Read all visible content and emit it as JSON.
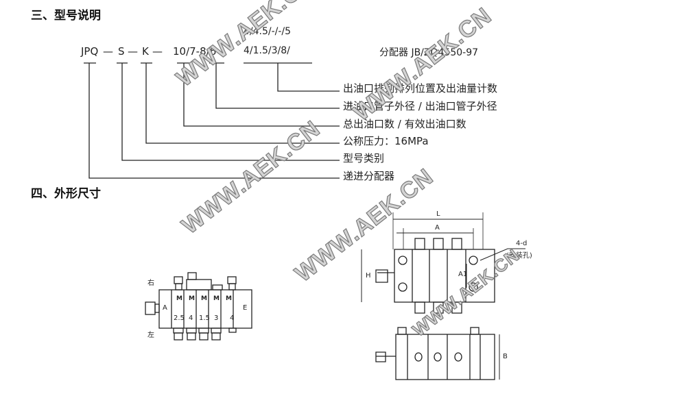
{
  "section3": {
    "title": "三、型号说明",
    "code": {
      "jpq": "JPQ",
      "d1": "—",
      "s": "S",
      "d2": "—",
      "k": "K",
      "d3": "—",
      "counts": "10/7-8/6",
      "left_pos": "4/1.5/3/8/",
      "right_pos": "4/4.5/-/-/5"
    },
    "standard": "分配器 JB/ZQ4550-97",
    "legend": [
      "出油口排列排列位置及出油量计数",
      "进油口管子外径 / 出油口管子外径",
      "总出油口数 / 有效出油口数",
      "公称压力：16MPa",
      "型号类别",
      "递进分配器"
    ]
  },
  "section4": {
    "title": "四、外形尺寸",
    "small": {
      "right": "右",
      "left": "左",
      "inlet": "A",
      "end": "E",
      "m": "M",
      "values": [
        "2.5",
        "4",
        "1.5",
        "3",
        "4"
      ]
    },
    "front": {
      "L": "L",
      "A": "A",
      "H": "H",
      "A1": "A1",
      "hole": "4-d",
      "hole_note": "(安装孔)"
    },
    "side": {
      "B": "B"
    }
  },
  "watermark": "WWW.AEK.CN"
}
